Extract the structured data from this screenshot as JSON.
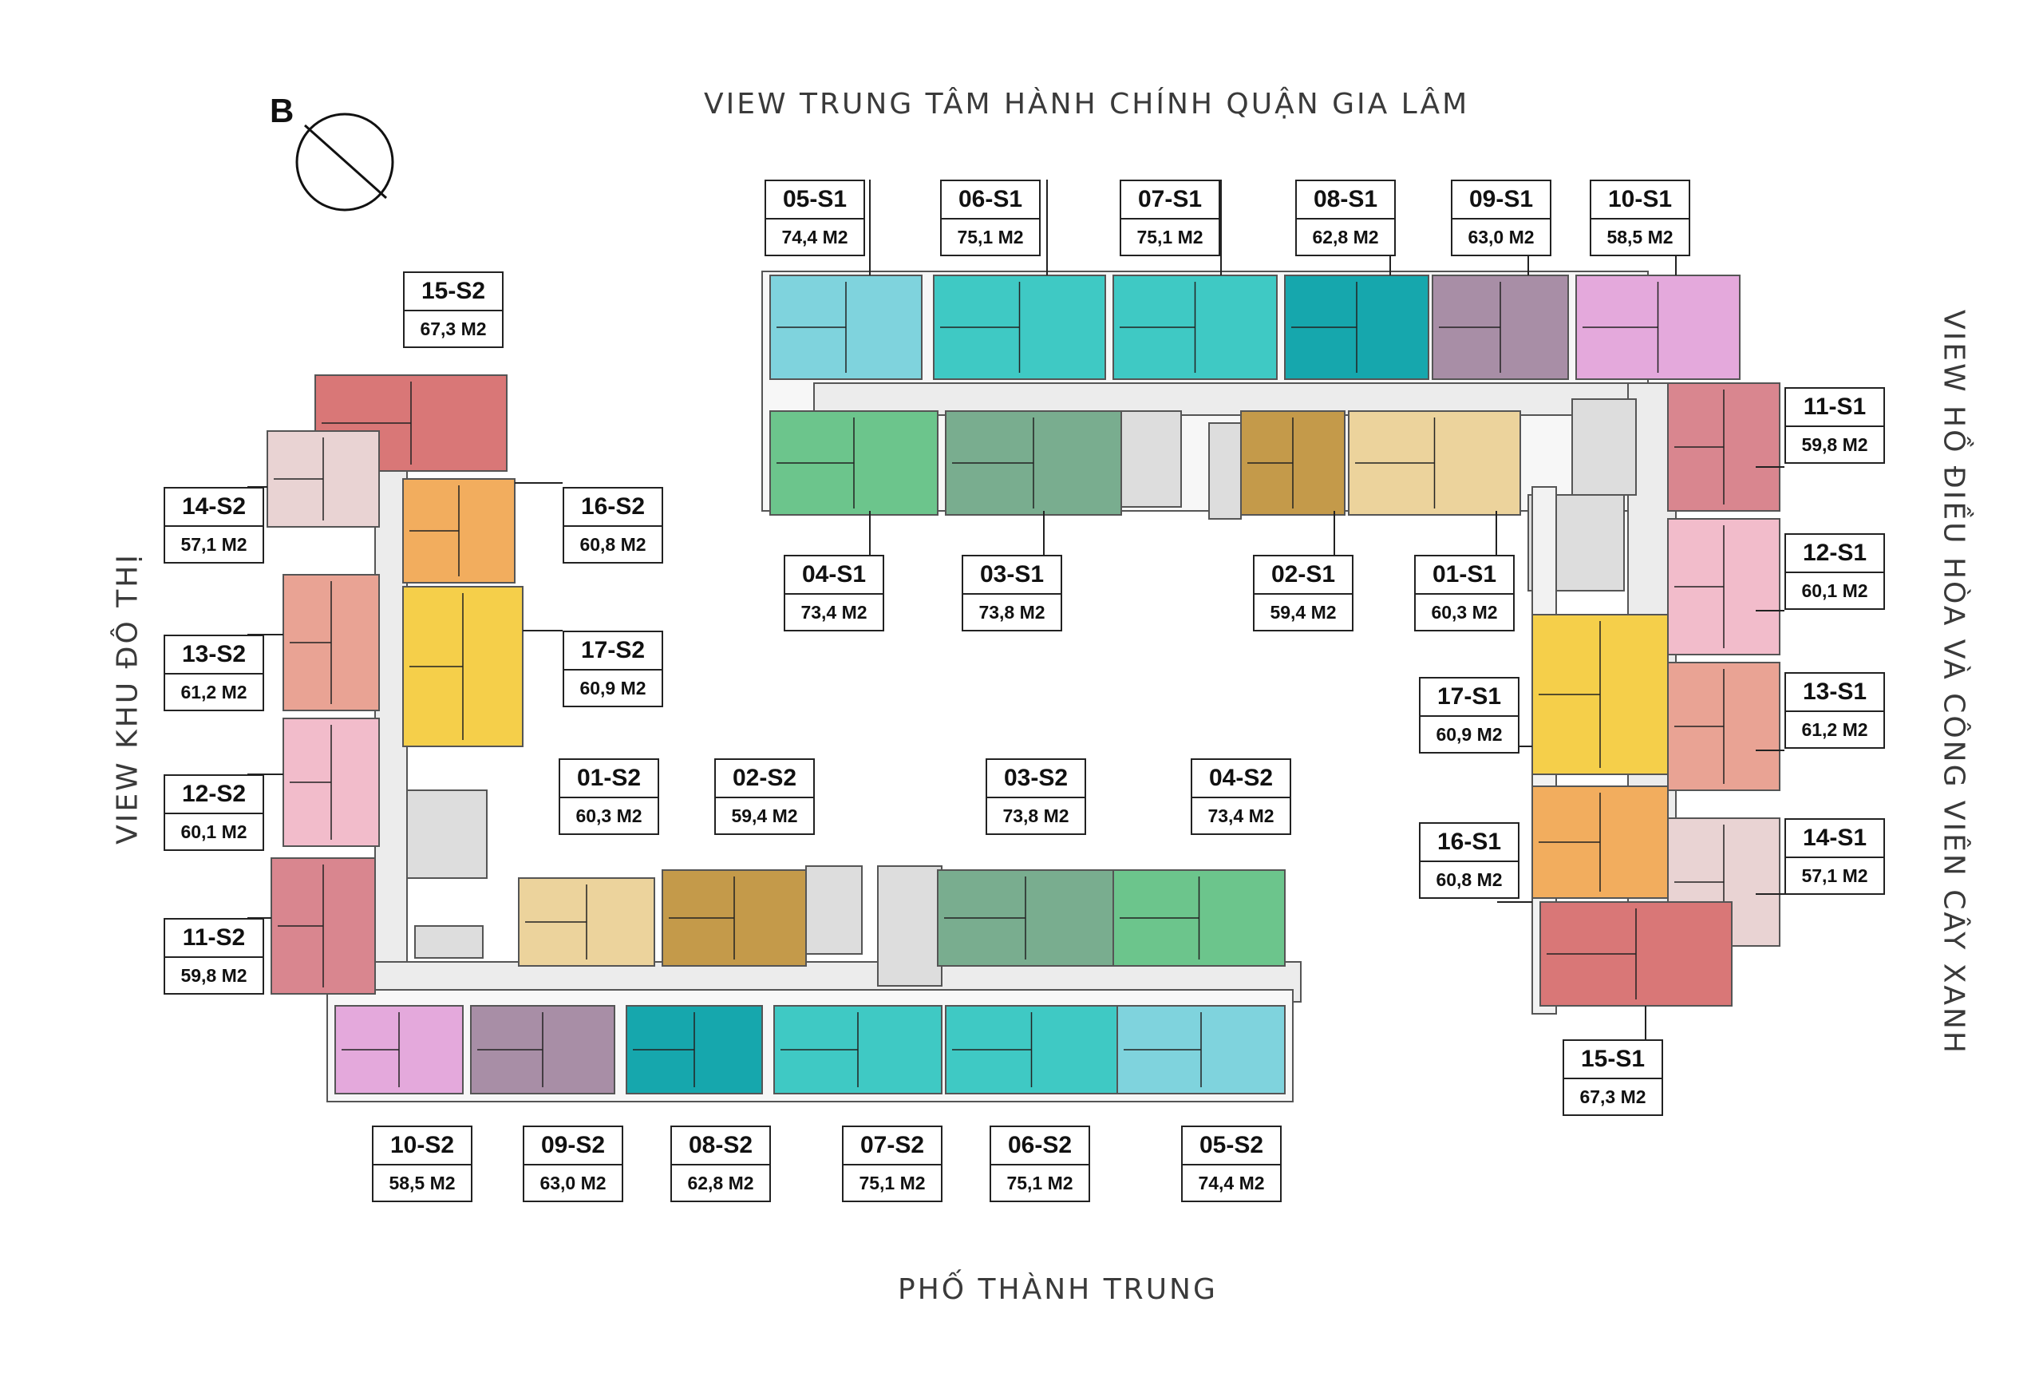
{
  "views": {
    "top": "VIEW TRUNG TÂM HÀNH CHÍNH QUẬN GIA LÂM",
    "bottom": "PHỐ THÀNH TRUNG",
    "left": "VIEW KHU ĐÔ THỊ",
    "right": "VIEW HỒ ĐIỀU HÒA VÀ CÔNG VIÊN CÂY XANH"
  },
  "compass": {
    "letter": "B"
  },
  "units": [
    {
      "id": "05-S1",
      "area": "74,4 M2",
      "color": "#7fd3dd"
    },
    {
      "id": "06-S1",
      "area": "75,1 M2",
      "color": "#3fc9c4"
    },
    {
      "id": "07-S1",
      "area": "75,1 M2",
      "color": "#3fc9c4"
    },
    {
      "id": "08-S1",
      "area": "62,8 M2",
      "color": "#16a7ad"
    },
    {
      "id": "09-S1",
      "area": "63,0 M2",
      "color": "#a88ea6"
    },
    {
      "id": "10-S1",
      "area": "58,5 M2",
      "color": "#e4a9dc"
    },
    {
      "id": "04-S1",
      "area": "73,4 M2",
      "color": "#6cc58c"
    },
    {
      "id": "03-S1",
      "area": "73,8 M2",
      "color": "#79ad8f"
    },
    {
      "id": "02-S1",
      "area": "59,4 M2",
      "color": "#c49a4a"
    },
    {
      "id": "01-S1",
      "area": "60,3 M2",
      "color": "#ecd39c"
    },
    {
      "id": "11-S1",
      "area": "59,8 M2",
      "color": "#d9868f"
    },
    {
      "id": "12-S1",
      "area": "60,1 M2",
      "color": "#f2bccb"
    },
    {
      "id": "13-S1",
      "area": "61,2 M2",
      "color": "#e9a394"
    },
    {
      "id": "14-S1",
      "area": "57,1 M2",
      "color": "#e9d3d3"
    },
    {
      "id": "15-S1",
      "area": "67,3 M2",
      "color": "#d97777"
    },
    {
      "id": "16-S1",
      "area": "60,8 M2",
      "color": "#f2ad5e"
    },
    {
      "id": "17-S1",
      "area": "60,9 M2",
      "color": "#f5cf4a"
    },
    {
      "id": "15-S2",
      "area": "67,3 M2",
      "color": "#d97777"
    },
    {
      "id": "14-S2",
      "area": "57,1 M2",
      "color": "#e9d3d3"
    },
    {
      "id": "16-S2",
      "area": "60,8 M2",
      "color": "#f2ad5e"
    },
    {
      "id": "13-S2",
      "area": "61,2 M2",
      "color": "#e9a394"
    },
    {
      "id": "17-S2",
      "area": "60,9 M2",
      "color": "#f5cf4a"
    },
    {
      "id": "12-S2",
      "area": "60,1 M2",
      "color": "#f2bccb"
    },
    {
      "id": "11-S2",
      "area": "59,8 M2",
      "color": "#d9868f"
    },
    {
      "id": "01-S2",
      "area": "60,3 M2",
      "color": "#ecd39c"
    },
    {
      "id": "02-S2",
      "area": "59,4 M2",
      "color": "#c49a4a"
    },
    {
      "id": "03-S2",
      "area": "73,8 M2",
      "color": "#79ad8f"
    },
    {
      "id": "04-S2",
      "area": "73,4 M2",
      "color": "#6cc58c"
    },
    {
      "id": "10-S2",
      "area": "58,5 M2",
      "color": "#e4a9dc"
    },
    {
      "id": "09-S2",
      "area": "63,0 M2",
      "color": "#a88ea6"
    },
    {
      "id": "08-S2",
      "area": "62,8 M2",
      "color": "#16a7ad"
    },
    {
      "id": "07-S2",
      "area": "75,1 M2",
      "color": "#3fc9c4"
    },
    {
      "id": "06-S2",
      "area": "75,1 M2",
      "color": "#3fc9c4"
    },
    {
      "id": "05-S2",
      "area": "74,4 M2",
      "color": "#7fd3dd"
    }
  ],
  "colors": {
    "corridor": "#ececec",
    "wall": "#555555",
    "core": "#dddddd"
  }
}
